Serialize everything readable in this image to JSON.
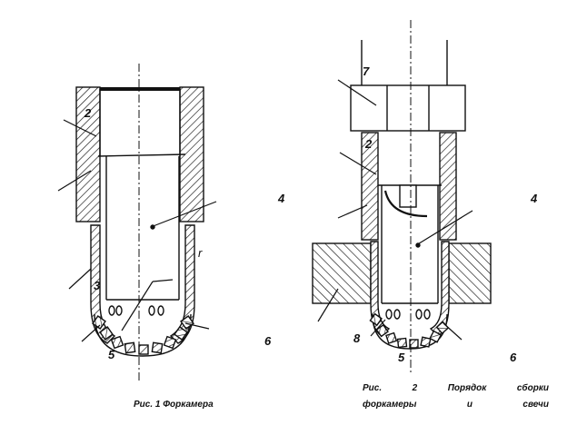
{
  "figure1": {
    "caption": "Рис. 1 Форкамера",
    "callouts": {
      "c2": "2",
      "c3": "3",
      "c4": "4",
      "c5": "5",
      "c6": "6",
      "cr": "r"
    }
  },
  "figure2": {
    "caption_line1": [
      "Рис.",
      "2",
      "Порядок",
      "сборки"
    ],
    "caption_line2": [
      "форкамеры",
      "и",
      "свечи"
    ],
    "callouts": {
      "c7": "7",
      "c2": "2",
      "c4": "4",
      "c8": "8",
      "c5": "5",
      "c6": "6"
    }
  },
  "colors": {
    "ink": "#111111",
    "background": "#ffffff"
  }
}
